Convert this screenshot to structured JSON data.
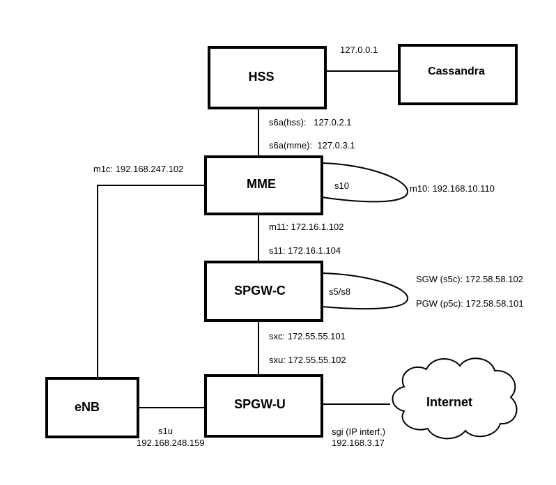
{
  "nodes": {
    "hss": "HSS",
    "cassandra": "Cassandra",
    "mme": "MME",
    "spgwc": "SPGW-C",
    "spgwu": "SPGW-U",
    "enb": "eNB",
    "internet": "Internet"
  },
  "labels": {
    "hss_cassandra_ip": "127.0.0.1",
    "s6a_hss": "s6a(hss):   127.0.2.1",
    "s6a_mme": "s6a(mme):  127.0.3.1",
    "m1c": "m1c: 192.168.247.102",
    "s10": "s10",
    "m10": "m10: 192.168.10.110",
    "m11": "m11: 172.16.1.102",
    "s11": "s11: 172.16.1.104",
    "s5s8": "s5/s8",
    "sgw_s5c": "SGW (s5c): 172.58.58.102",
    "pgw_p5c": "PGW (p5c): 172.58.58.101",
    "sxc": "sxc: 172.55.55.101",
    "sxu": "sxu: 172.55.55.102",
    "s1u": "s1u",
    "s1u_ip": "192.168.248.159",
    "sgi": "sgi (IP interf.)",
    "sgi_ip": "192.168.3.17"
  }
}
